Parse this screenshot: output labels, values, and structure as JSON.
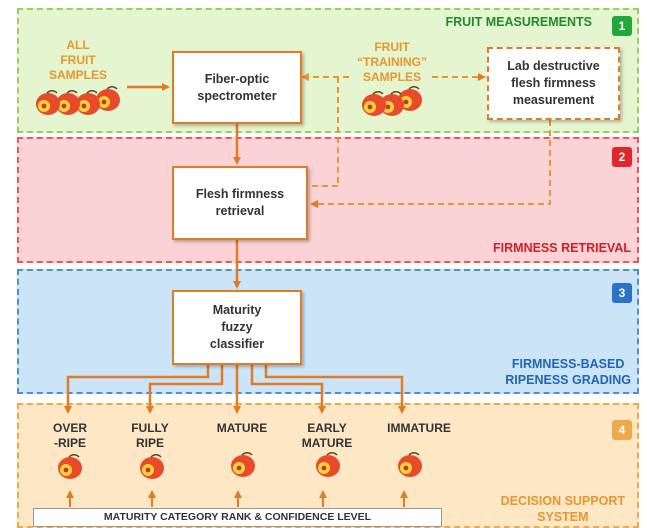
{
  "sections": [
    {
      "number": "1",
      "title": "FRUIT MEASUREMENTS",
      "color": "#22a83a"
    },
    {
      "number": "2",
      "title": "FIRMNESS RETRIEVAL",
      "color": "#e0262a"
    },
    {
      "number": "3",
      "title": "FIRMNESS-BASED\nRIPENESS GRADING",
      "color": "#2a73c6"
    },
    {
      "number": "4",
      "title": "DECISION SUPPORT\nSYSTEM",
      "color": "#f0a94a"
    }
  ],
  "labels": {
    "all_samples": "ALL\nFRUIT\nSAMPLES",
    "training_samples": "FRUIT\n“TRAINING”\nSAMPLES"
  },
  "boxes": {
    "spectrometer": "Fiber-optic\nspectrometer",
    "lab": "Lab destructive\nflesh firmness\nmeasurement",
    "retrieval": "Flesh firmness\nretrieval",
    "classifier": "Maturity\nfuzzy\nclassifier"
  },
  "categories": [
    "OVER\n-RIPE",
    "FULLY\nRIPE",
    "MATURE",
    "EARLY\nMATURE",
    "IMMATURE"
  ],
  "banner": "MATURITY CATEGORY  RANK & CONFIDENCE LEVEL",
  "colors": {
    "arrow": "#e07b26",
    "fruit_red": "#e84a2a",
    "fruit_yellow": "#f7d23e"
  }
}
